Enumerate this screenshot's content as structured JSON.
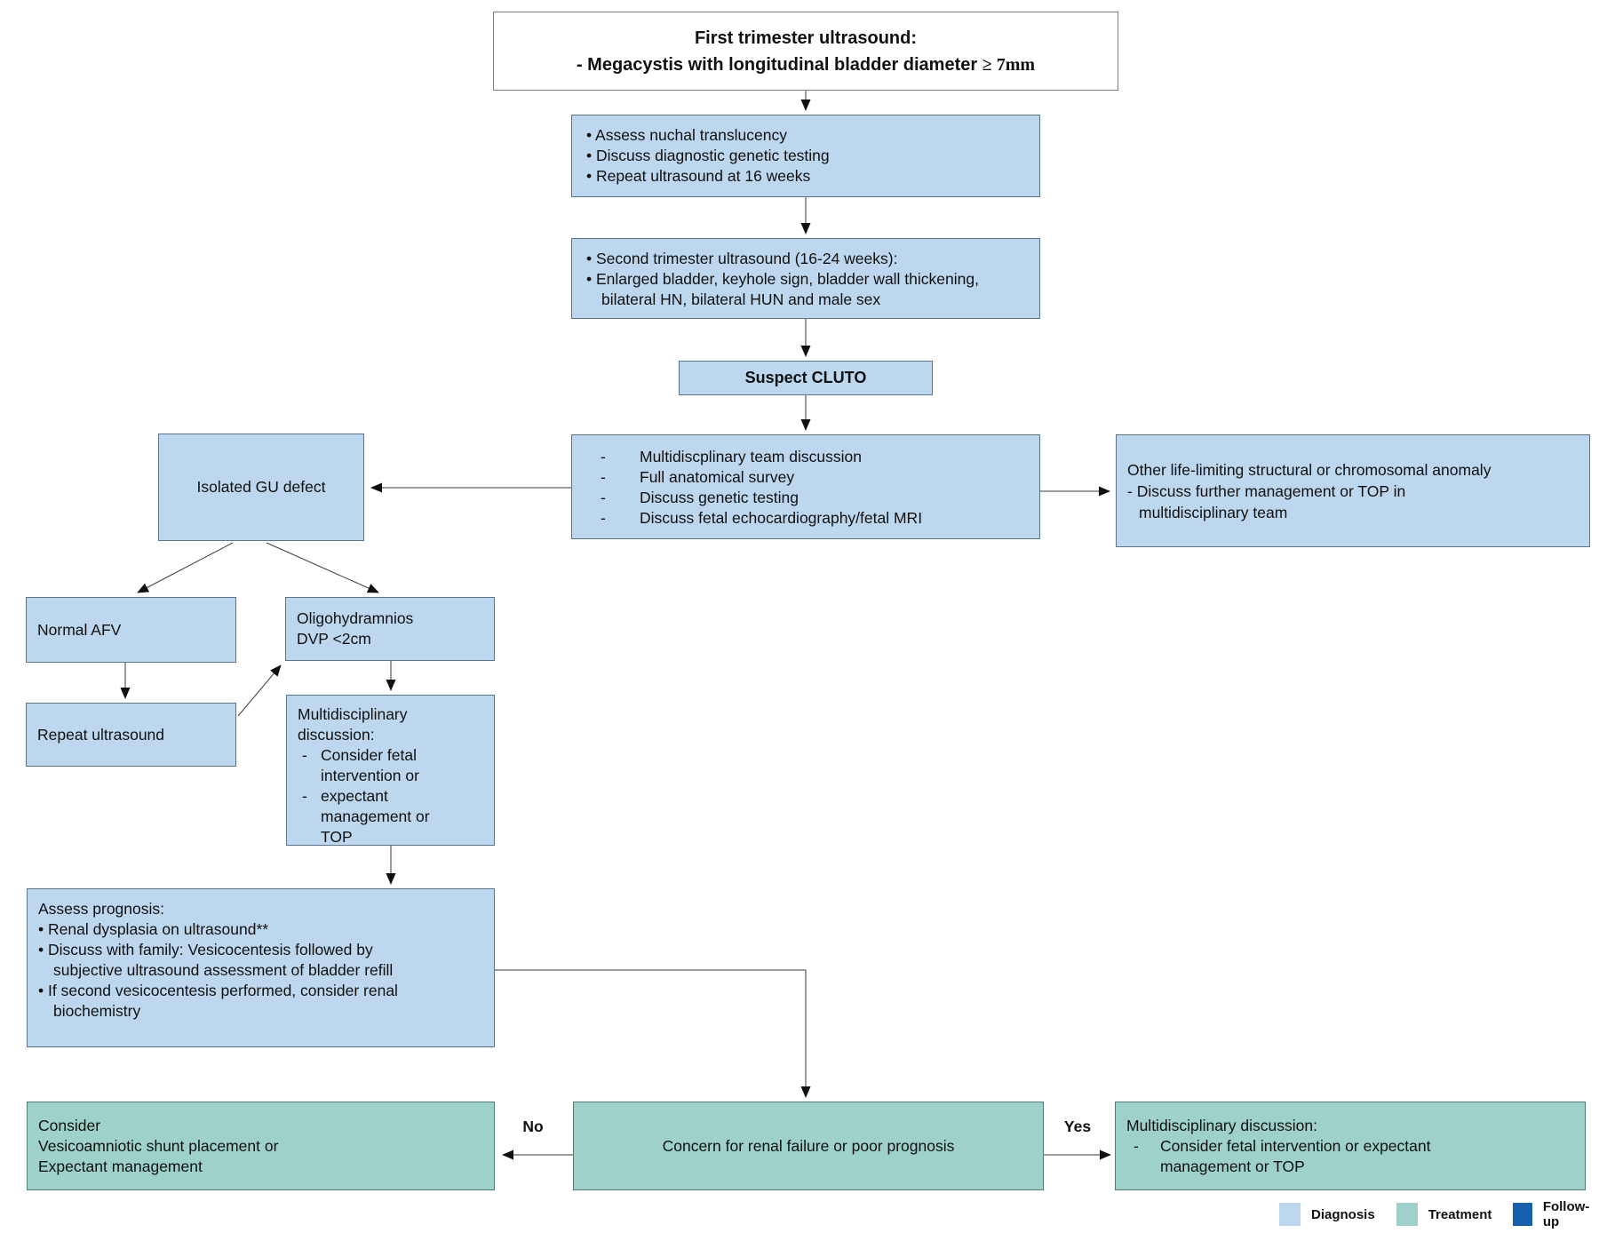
{
  "palette": {
    "diagnosis": "#bdd7ee",
    "treatment": "#9dd1c9",
    "followup": "#1661ad",
    "line": "#3a3a3a"
  },
  "nodes": {
    "first_trimester": {
      "title": "First trimester ultrasound:",
      "subtitle_prefix": "- Megacystis with longitudinal bladder diameter ",
      "subtitle_math": "≥ 7mm"
    },
    "assess_nt": {
      "items": [
        "Assess nuchal translucency",
        "Discuss diagnostic genetic testing",
        "Repeat ultrasound at 16 weeks"
      ]
    },
    "second_trimester": {
      "items": [
        "Second trimester ultrasound (16-24 weeks):",
        "Enlarged bladder, keyhole sign, bladder wall thickening, bilateral HN, bilateral HUN and male sex"
      ]
    },
    "suspect_cluto": {
      "label": "Suspect CLUTO"
    },
    "mdt": {
      "items": [
        "Multidiscplinary team discussion",
        "Full anatomical survey",
        "Discuss genetic testing",
        "Discuss fetal echocardiography/fetal MRI"
      ]
    },
    "isolated_gu": {
      "label": "Isolated GU defect"
    },
    "other_anomaly": {
      "title": "Other life-limiting structural or chromosomal anomaly",
      "item": "Discuss further management or TOP in multidisciplinary team"
    },
    "normal_afv": {
      "label": "Normal AFV"
    },
    "oligohydramnios": {
      "line1": "Oligohydramnios",
      "line2": "DVP <2cm"
    },
    "repeat_ultrasound": {
      "label": "Repeat ultrasound"
    },
    "mdt_small": {
      "title": "Multidisciplinary discussion:",
      "items": [
        "Consider fetal intervention or",
        "expectant management or TOP"
      ]
    },
    "assess_prognosis": {
      "title": "Assess prognosis:",
      "items": [
        "Renal dysplasia on ultrasound**",
        "Discuss with family: Vesicocentesis followed by subjective ultrasound assessment of bladder refill",
        "If second vesicocentesis performed, consider renal biochemistry"
      ]
    },
    "consider_shunt": {
      "lines": [
        "Consider",
        "Vesicoamniotic shunt placement or",
        "Expectant management"
      ]
    },
    "concern_renal": {
      "label": "Concern for renal failure or poor prognosis"
    },
    "mdt_final": {
      "title": "Multidisciplinary discussion:",
      "item": "Consider fetal intervention or expectant management or TOP"
    }
  },
  "edges": {
    "no": "No",
    "yes": "Yes"
  },
  "legend": {
    "items": [
      {
        "label": "Diagnosis",
        "color": "#bdd7ee"
      },
      {
        "label": "Treatment",
        "color": "#9dd1c9"
      },
      {
        "label": "Follow-up",
        "color": "#1661ad"
      }
    ]
  }
}
